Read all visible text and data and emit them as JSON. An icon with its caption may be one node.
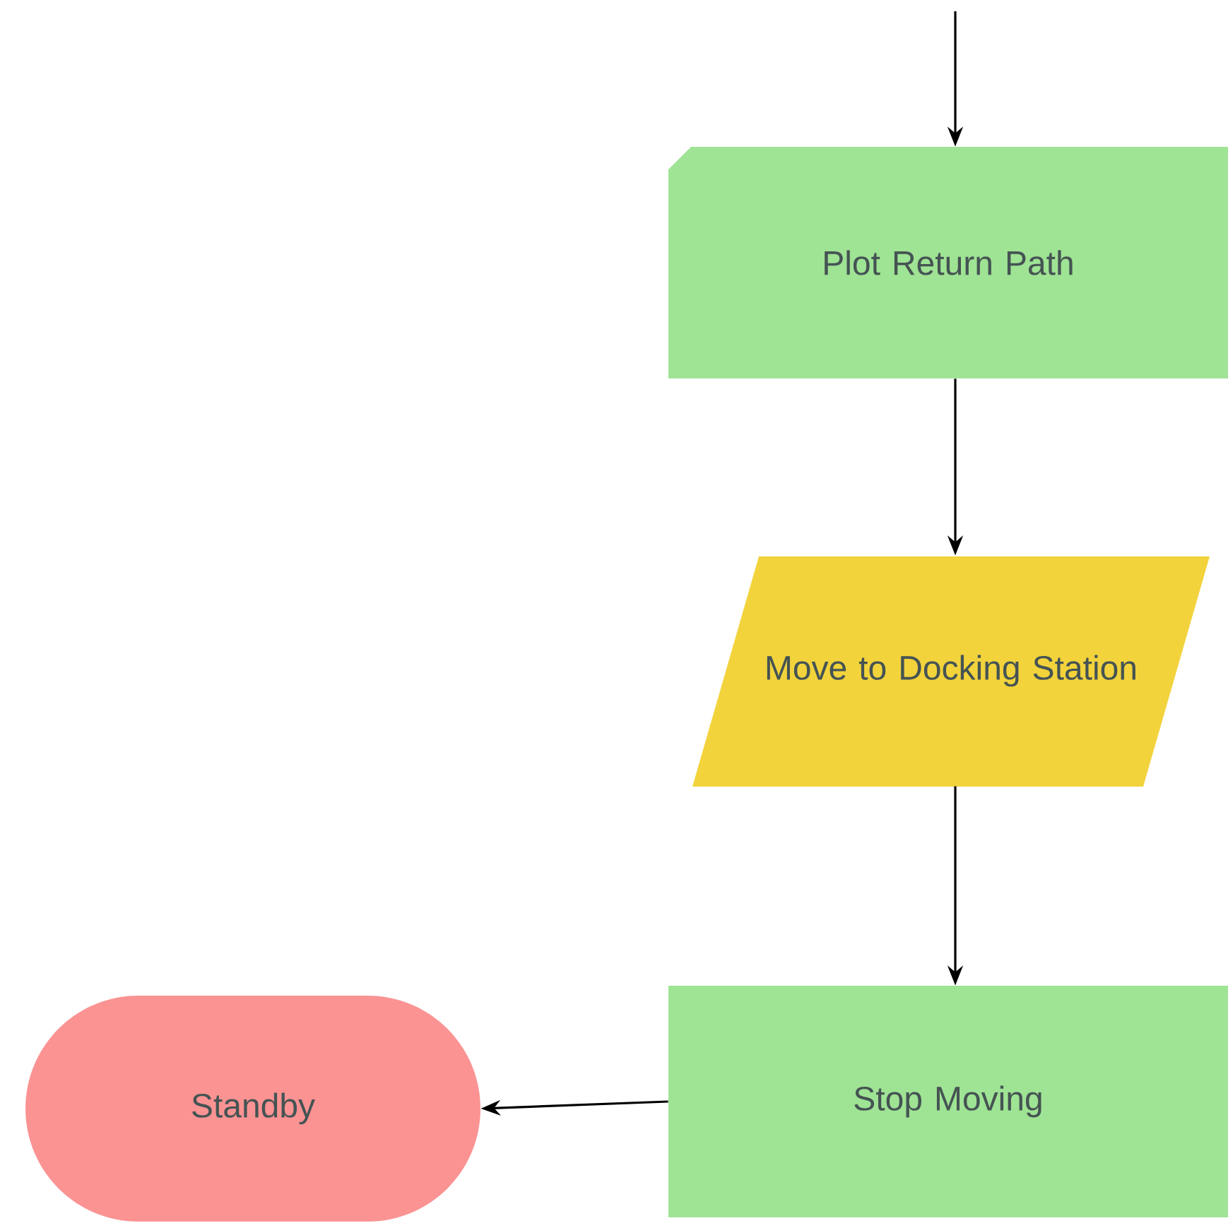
{
  "diagram": {
    "nodes": [
      {
        "text": [
          "Plot Return Path"
        ]
      },
      {
        "text": [
          "Move to Docking Station"
        ]
      },
      {
        "text": [
          "Stop Moving"
        ]
      },
      {
        "text": [
          "Standby"
        ]
      }
    ],
    "edges": [
      {
        "from": null,
        "to": 0,
        "arrow": "to"
      },
      {
        "from": 0,
        "to": 1,
        "arrow": "to"
      },
      {
        "from": 1,
        "to": 2,
        "arrow": "to"
      },
      {
        "from": 2,
        "to": 3,
        "arrow": "to"
      }
    ]
  }
}
